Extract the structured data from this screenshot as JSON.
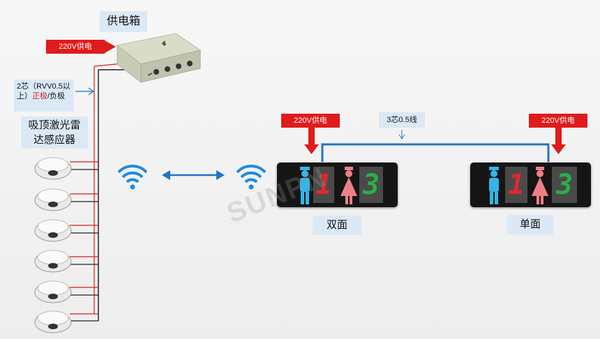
{
  "power_box": {
    "title": "供电箱"
  },
  "power_in_label": "220V供电",
  "wire_note": {
    "prefix": "2芯（RVV0.5以上）",
    "positive": "正极",
    "suffix": "/负极"
  },
  "sensor_label": "吸顶激光雷达感应器",
  "signal_wire_label": "3芯0.5线",
  "display_double": {
    "power_label": "220V供电",
    "caption": "双面",
    "left_digit": "1",
    "right_digit": "3"
  },
  "display_single": {
    "power_label": "220V供电",
    "caption": "单面",
    "left_digit": "1",
    "right_digit": "3"
  },
  "watermark": "SUNPN",
  "colors": {
    "red": "#e01b1b",
    "blue_wire": "#1f74c7",
    "male": "#33b6e6",
    "female": "#ef7f86",
    "digit_red": "#e0272c",
    "digit_green": "#27b048"
  }
}
